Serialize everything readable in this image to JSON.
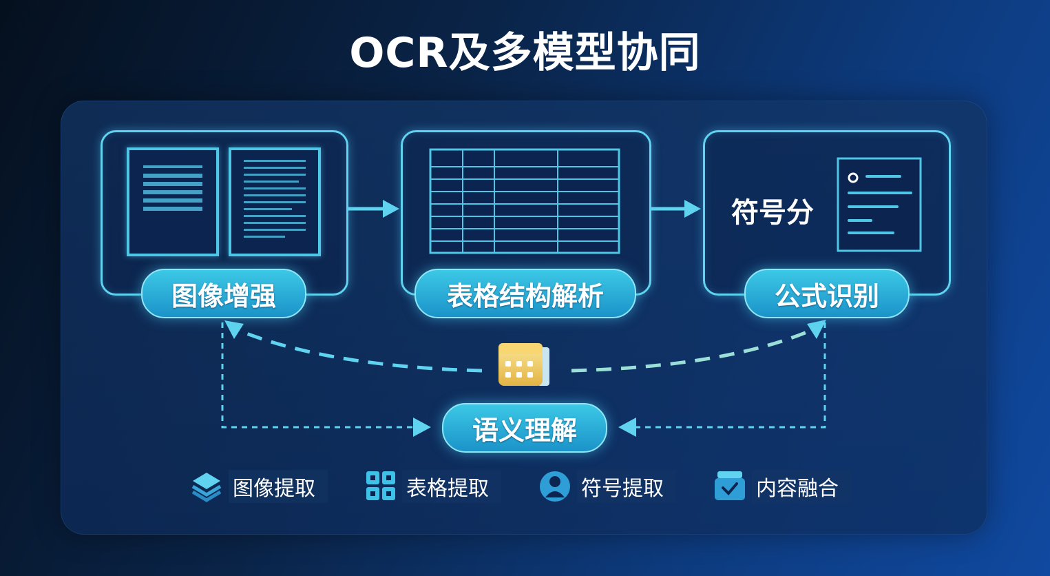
{
  "title": "OCR及多模型协同",
  "stages": [
    {
      "label": "图像增强",
      "icon": "document-pages-icon"
    },
    {
      "label": "表格结构解析",
      "icon": "table-grid-icon"
    },
    {
      "label": "公式识别",
      "icon": "formula-doc-icon",
      "inner_text": "符号分"
    }
  ],
  "center": {
    "label": "语义理解",
    "icon": "folder-calendar-icon"
  },
  "legend": [
    {
      "label": "图像提取",
      "icon": "layers-icon"
    },
    {
      "label": "表格提取",
      "icon": "grid-icon"
    },
    {
      "label": "符号提取",
      "icon": "user-icon"
    },
    {
      "label": "内容融合",
      "icon": "inbox-check-icon"
    }
  ],
  "colors": {
    "accent": "#5fd3ef",
    "pill_top": "#3cc8e6",
    "pill_bottom": "#1b93c9",
    "center_icon": "#f5d36a",
    "background": "#0a2448"
  }
}
